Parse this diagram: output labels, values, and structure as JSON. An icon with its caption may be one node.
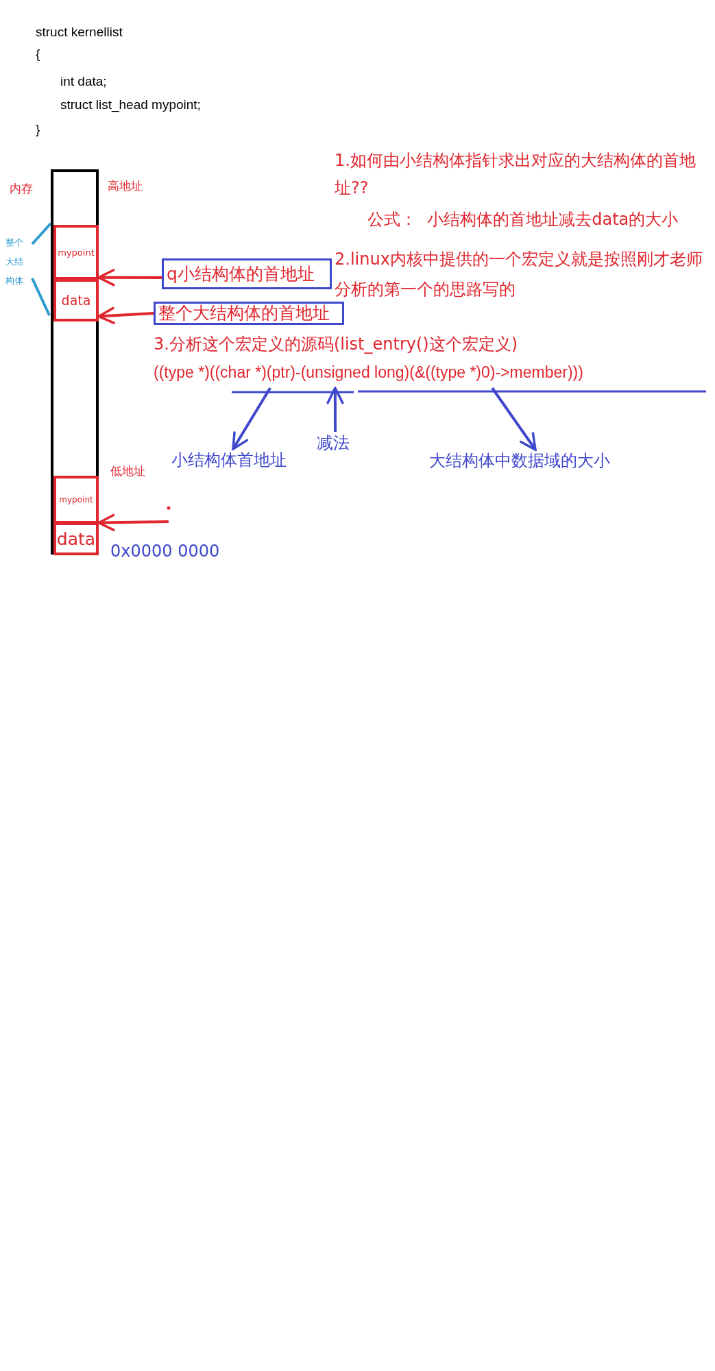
{
  "diagram": {
    "nodes": [
      {
        "text": [],
        "shape": "box",
        "beside": [
          "内存",
          "高地址",
          "低地址",
          "0x0000 0000"
        ]
      },
      {
        "text": [
          "mypoint"
        ],
        "in": 0
      },
      {
        "text": [
          "data"
        ],
        "in": 0
      },
      {
        "text": [
          "mypoint"
        ],
        "in": 0
      },
      {
        "text": [
          "data"
        ],
        "in": 0
      },
      {
        "text": [
          "q小结构体的首地址"
        ]
      },
      {
        "text": [
          "整个大结构体的首地址"
        ]
      },
      {
        "text": [
          "((type *)((char *)(ptr)-(unsigned long)(&((type *)0)->member)))"
        ]
      },
      {
        "text": [
          "小结构体首地址"
        ]
      },
      {
        "text": [
          "减法"
        ]
      },
      {
        "text": [
          "大结构体中数据域的大小"
        ]
      }
    ],
    "edges": [
      {
        "from": 5,
        "to": 1,
        "arrow": "to",
        "color": "#e0262e"
      },
      {
        "from": 6,
        "to": 2,
        "arrow": "to",
        "color": "#e0262e"
      },
      {
        "from": null,
        "to": 3,
        "arrow": "to",
        "color": "#e0262e"
      },
      {
        "from": 7,
        "to": 8,
        "arrow": "to",
        "color": "#3f48cc"
      },
      {
        "from": 9,
        "to": 7,
        "arrow": "to",
        "color": "#3f48cc"
      },
      {
        "from": 7,
        "to": 10,
        "arrow": "to",
        "color": "#3f48cc"
      }
    ],
    "labels": [
      "struct kernellist",
      "{",
      "int data;",
      "struct list_head mypoint;",
      "}",
      "整个大结构体",
      "1.如何由小结构体指针求出对应的大结构体的首地址??",
      "公式：  小结构体的首地址减去data的大小",
      "2.linux内核中提供的一个宏定义就是按照刚才老师分析的第一个的思路写的",
      "3.分析这个宏定义的源码(list_entry()这个宏定义)"
    ]
  }
}
